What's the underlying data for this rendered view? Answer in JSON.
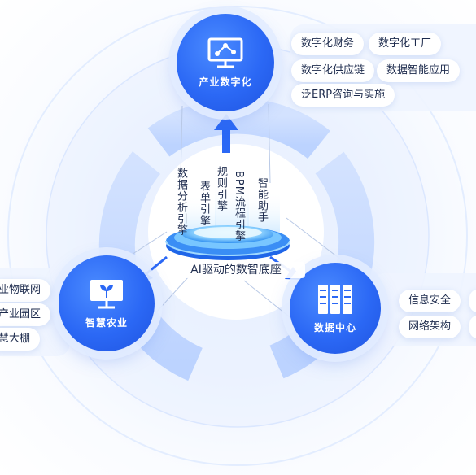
{
  "nodes": {
    "top": {
      "label": "产业数字化",
      "icon": "monitor-network-icon"
    },
    "left": {
      "label": "智慧农业",
      "icon": "monitor-sprout-icon"
    },
    "right": {
      "label": "数据中心",
      "icon": "server-rack-icon"
    }
  },
  "tags": {
    "top": [
      "数字化财务",
      "数字化工厂",
      "数字化供应链",
      "数据智能应用",
      "泛ERP咨询与实施"
    ],
    "left": [
      "业物联网",
      "产业园区",
      "慧大棚"
    ],
    "right": [
      "信息安全",
      "网络架构"
    ]
  },
  "engines": [
    "数据分析引擎",
    "表单引擎",
    "规则引擎",
    "BPM流程引擎",
    "智能助手"
  ],
  "platform_label": "AI驱动的数智底座",
  "colors": {
    "accent": "#2b68f5",
    "ring": "#cfe0ff",
    "panel": "#eef4ff",
    "text": "#1d2b4d"
  }
}
